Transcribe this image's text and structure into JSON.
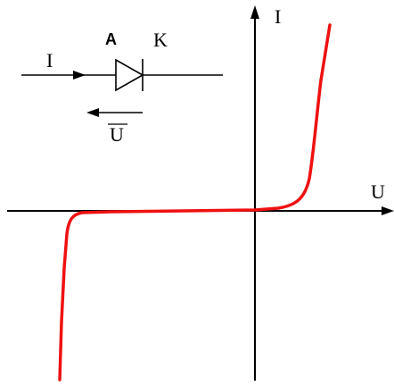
{
  "axes": {
    "x_label": "U",
    "y_label": "I"
  },
  "circuit": {
    "current_label": "I",
    "voltage_label": "U",
    "anode_label": "A",
    "cathode_label": "K"
  },
  "colors": {
    "curve": "#ee1111",
    "ink": "#000000",
    "background": "#ffffff"
  }
}
